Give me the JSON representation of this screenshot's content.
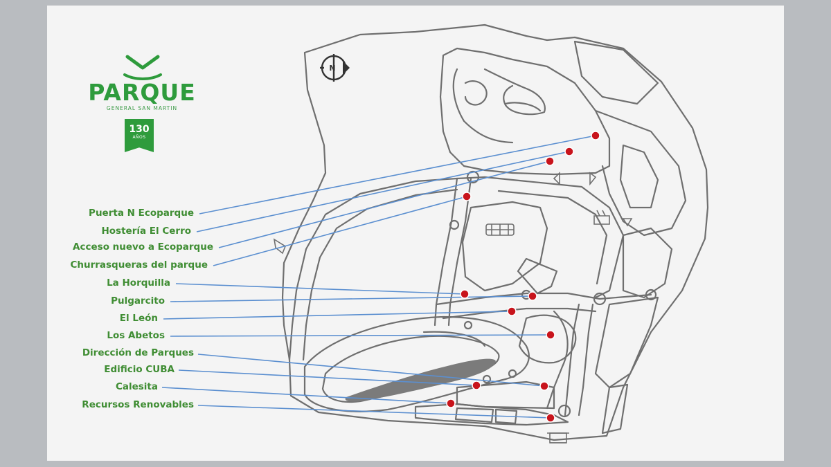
{
  "logo": {
    "name": "PARQUE",
    "subtitle": "GENERAL SAN MARTIN",
    "badge_number": "130",
    "badge_text": "AÑOS"
  },
  "compass_letter": "N",
  "colors": {
    "brand_green": "#2e9b3c",
    "label_green": "#3f8d33",
    "leader_line": "#5b8fd0",
    "marker": "#c8141c",
    "path_stroke": "#6f6f6f"
  },
  "locations": [
    {
      "label": "Puerta N Ecoparque"
    },
    {
      "label": "Hostería El Cerro"
    },
    {
      "label": "Acceso nuevo a Ecoparque"
    },
    {
      "label": "Churrasqueras del parque"
    },
    {
      "label": "La Horquilla"
    },
    {
      "label": "Pulgarcito"
    },
    {
      "label": "El León"
    },
    {
      "label": "Los Abetos"
    },
    {
      "label": "Dirección de Parques"
    },
    {
      "label": "Edificio CUBA"
    },
    {
      "label": "Calesita"
    },
    {
      "label": "Recursos Renovables"
    }
  ]
}
